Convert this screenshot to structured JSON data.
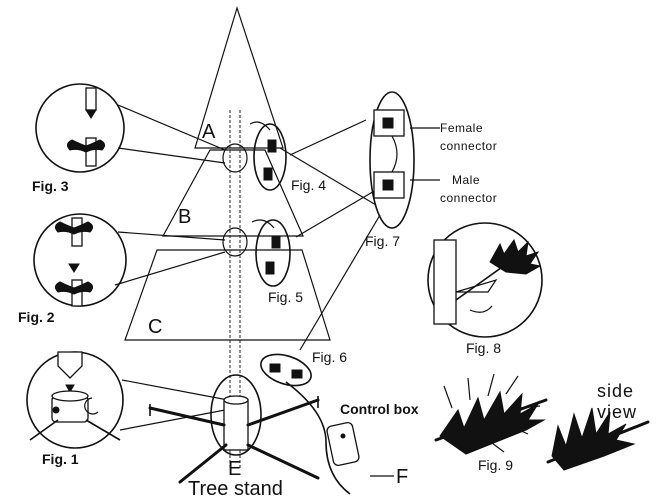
{
  "tree": {
    "section_a": "A",
    "section_b": "B",
    "section_c": "C",
    "pole_label": "E",
    "stand_label": "Tree stand",
    "cable_label": "F"
  },
  "figures": {
    "fig1": "Fig. 1",
    "fig2": "Fig. 2",
    "fig3": "Fig. 3",
    "fig4": "Fig. 4",
    "fig5": "Fig. 5",
    "fig6": "Fig. 6",
    "fig7": "Fig. 7",
    "fig8": "Fig. 8",
    "fig9": "Fig. 9"
  },
  "connectors": {
    "female_line1": "Female",
    "female_line2": "connector",
    "male_line1": "Male",
    "male_line2": "connector"
  },
  "control_box_label": "Control box",
  "side_view": {
    "line1": "side",
    "line2": "view"
  }
}
